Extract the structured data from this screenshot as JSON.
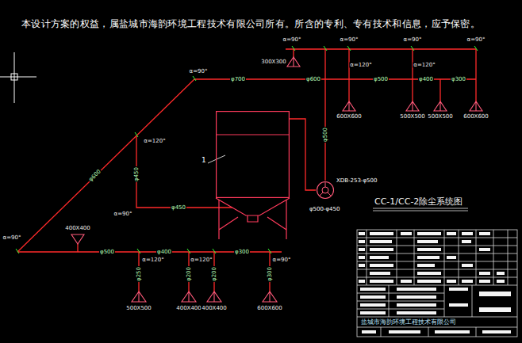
{
  "diagram": {
    "title": "CC-1/CC-2除尘系统图",
    "nodes": [
      {
        "text": [
          "1"
        ]
      },
      {
        "text": [
          "XDB-253-φ500",
          "φ500-φ450"
        ]
      }
    ],
    "edges": [
      {
        "from": 0,
        "to": 1,
        "arrow": "none"
      }
    ],
    "labels": [
      "本设计方案的权益，属盐城市海韵环境工程技术有限公司所有。所含的专利、专有技术和信息，应予保密。",
      "α=90°",
      "α=90°",
      "α=90°",
      "α=90°",
      "α=90°",
      "α=120°",
      "α=120°",
      "φ700",
      "φ600",
      "φ500",
      "φ400",
      "φ300",
      "φ500",
      "300X300",
      "600X600",
      "500X500",
      "500X500",
      "600X600",
      "φ600",
      "α=120°",
      "φ450",
      "φ450",
      "α=90°",
      "α=90°",
      "φ500",
      "φ400",
      "φ300",
      "400X400",
      "500X500",
      "400X400",
      "400X400",
      "600X600",
      "α=120°",
      "α=120°",
      "α=90°",
      "盐城市海韵环境工程技术有限公司",
      "φ250",
      "φ200",
      "φ200",
      "φ300"
    ]
  }
}
